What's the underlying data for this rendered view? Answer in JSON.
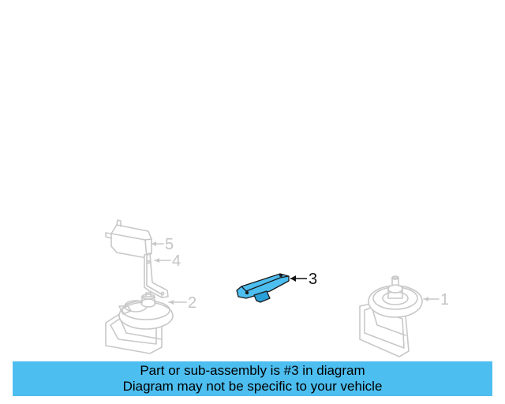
{
  "diagram": {
    "callouts": [
      {
        "id": "1",
        "label": "1",
        "highlighted": false
      },
      {
        "id": "2",
        "label": "2",
        "highlighted": false
      },
      {
        "id": "3",
        "label": "3",
        "highlighted": true
      },
      {
        "id": "4",
        "label": "4",
        "highlighted": false
      },
      {
        "id": "5",
        "label": "5",
        "highlighted": false
      }
    ],
    "highlight_color": "#4dbef0",
    "faded_color": "#c8c8c8"
  },
  "caption": {
    "line1": "Part or sub-assembly is #3 in diagram",
    "line2": "Diagram may not be specific to your vehicle",
    "background": "#4dbef0"
  }
}
